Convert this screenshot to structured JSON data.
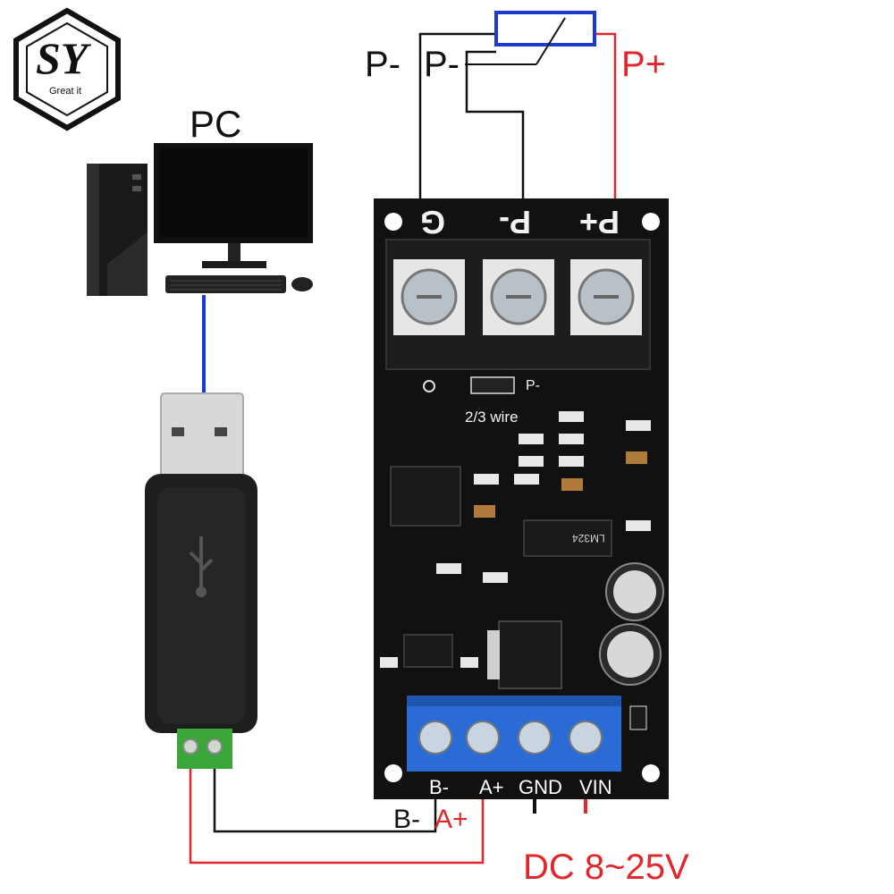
{
  "logo": {
    "letters": "SY",
    "tagline": "Great it"
  },
  "pc_label": "PC",
  "sensor_labels": {
    "p_minus_1": "P-",
    "p_minus_2": "P-",
    "p_plus": "P+"
  },
  "board_terminals": {
    "g": "G",
    "p_minus": "P-",
    "p_plus": "P+"
  },
  "board_silkscreen": {
    "jumper": "P-",
    "wire_mode": "2/3 wire",
    "chip": "LM324"
  },
  "bottom_terminals": [
    "B-",
    "A+",
    "GND",
    "VIN"
  ],
  "bus_labels": {
    "b_minus": "B-",
    "a_plus": "A+"
  },
  "power_label": "DC 8~25V",
  "colors": {
    "red_wire": "#e0282c",
    "blue_wire": "#1a3ccc",
    "black_wire": "#111111",
    "pcb": "#111111",
    "terminal_blue": "#2a6bd6",
    "terminal_green": "#3aa63a"
  }
}
